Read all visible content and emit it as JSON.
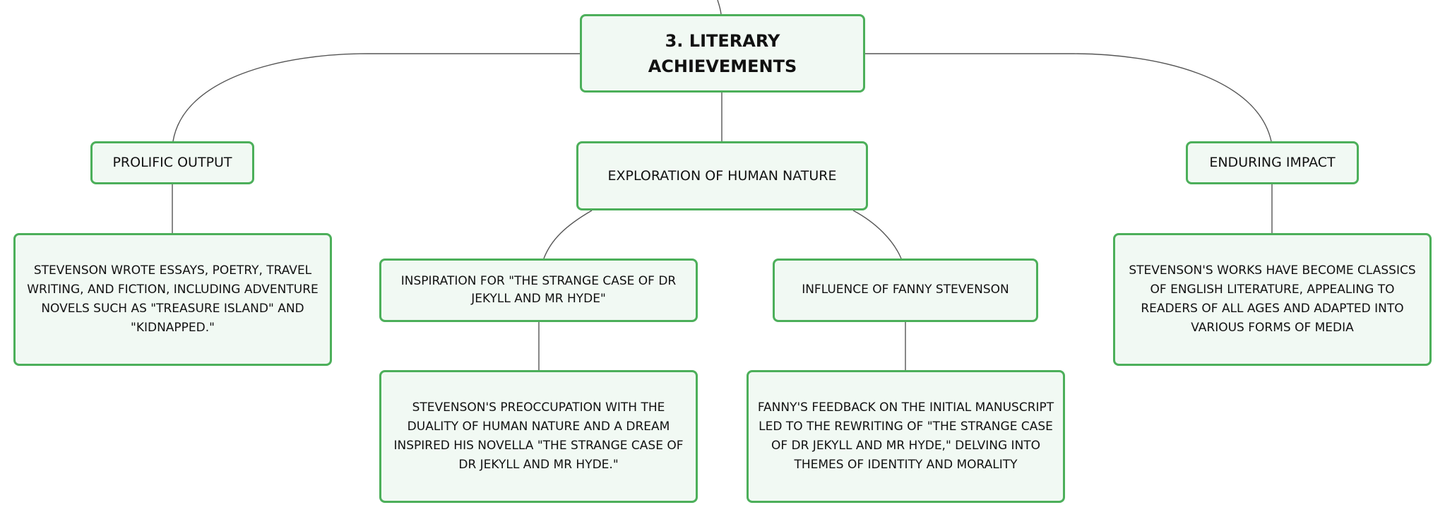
{
  "root": {
    "label": "3. LITERARY ACHIEVEMENTS"
  },
  "branches": {
    "prolific_output": {
      "label": "PROLIFIC OUTPUT",
      "detail": "STEVENSON WROTE ESSAYS, POETRY, TRAVEL WRITING, AND FICTION, INCLUDING ADVENTURE NOVELS SUCH AS \"TREASURE ISLAND\" AND \"KIDNAPPED.\""
    },
    "human_nature": {
      "label": "EXPLORATION OF HUMAN NATURE",
      "inspiration": {
        "label": "INSPIRATION FOR \"THE STRANGE CASE OF DR JEKYLL AND MR HYDE\"",
        "detail": "STEVENSON'S PREOCCUPATION WITH THE DUALITY OF HUMAN NATURE AND A DREAM INSPIRED HIS NOVELLA \"THE STRANGE CASE OF DR JEKYLL AND MR HYDE.\""
      },
      "fanny": {
        "label": "INFLUENCE OF FANNY STEVENSON",
        "detail": "FANNY'S FEEDBACK ON THE INITIAL MANUSCRIPT LED TO THE REWRITING OF \"THE STRANGE CASE OF DR JEKYLL AND MR HYDE,\" DELVING INTO THEMES OF IDENTITY AND MORALITY"
      }
    },
    "enduring_impact": {
      "label": "ENDURING IMPACT",
      "detail": "STEVENSON'S WORKS HAVE BECOME CLASSICS OF ENGLISH LITERATURE, APPEALING TO READERS OF ALL AGES AND ADAPTED INTO VARIOUS FORMS OF MEDIA"
    }
  },
  "colors": {
    "node_border": "#4caf5a",
    "node_fill": "#f1f9f3",
    "connector": "#555555",
    "text": "#111111"
  }
}
